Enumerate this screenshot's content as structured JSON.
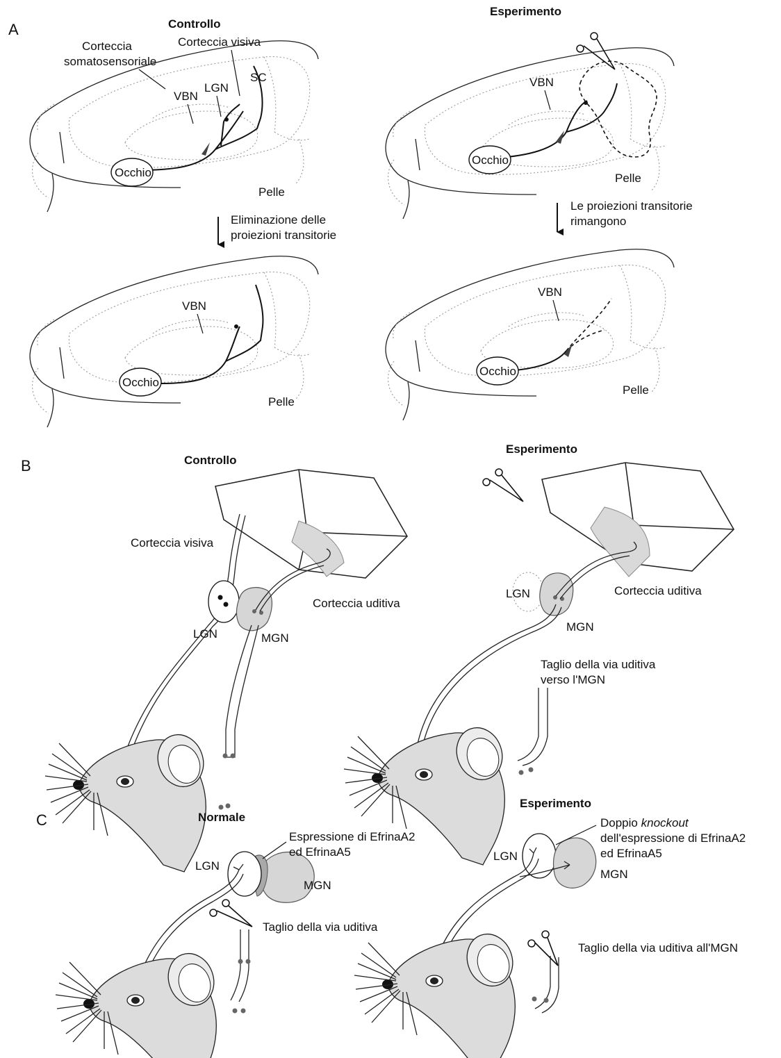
{
  "panels": {
    "A": {
      "letter": "A",
      "control_title": "Controllo",
      "experiment_title": "Esperimento",
      "labels": {
        "somato": [
          "Corteccia",
          "somatosensoriale"
        ],
        "visual_cortex": "Corteccia visiva",
        "vbn": "VBN",
        "lgn": "LGN",
        "sc": "SC",
        "eye": "Occhio",
        "skin": "Pelle"
      },
      "control_arrow_text": [
        "Eliminazione delle",
        "proiezioni transitorie"
      ],
      "experiment_arrow_text": [
        "Le proiezioni transitorie",
        "rimangono"
      ]
    },
    "B": {
      "letter": "B",
      "control_title": "Controllo",
      "experiment_title": "Esperimento",
      "labels": {
        "visual_cortex": "Corteccia visiva",
        "auditory_cortex": "Corteccia uditiva",
        "lgn": "LGN",
        "mgn": "MGN",
        "cut": [
          "Taglio della via uditiva",
          "verso l'MGN"
        ]
      }
    },
    "C": {
      "letter": "C",
      "control_title": "Normale",
      "experiment_title": "Esperimento",
      "labels": {
        "expression": [
          "Espressione di EfrinaA2",
          "ed EfrinaA5"
        ],
        "lgn": "LGN",
        "mgn": "MGN",
        "cut_normal": "Taglio della via uditiva",
        "knockout_prefix": "Doppio",
        "knockout_word": "knockout",
        "knockout_rest": [
          "dell'espressione di EfrinaA2",
          "ed EfrinaA5"
        ],
        "cut_experiment": "Taglio della via uditiva all'MGN"
      }
    }
  }
}
